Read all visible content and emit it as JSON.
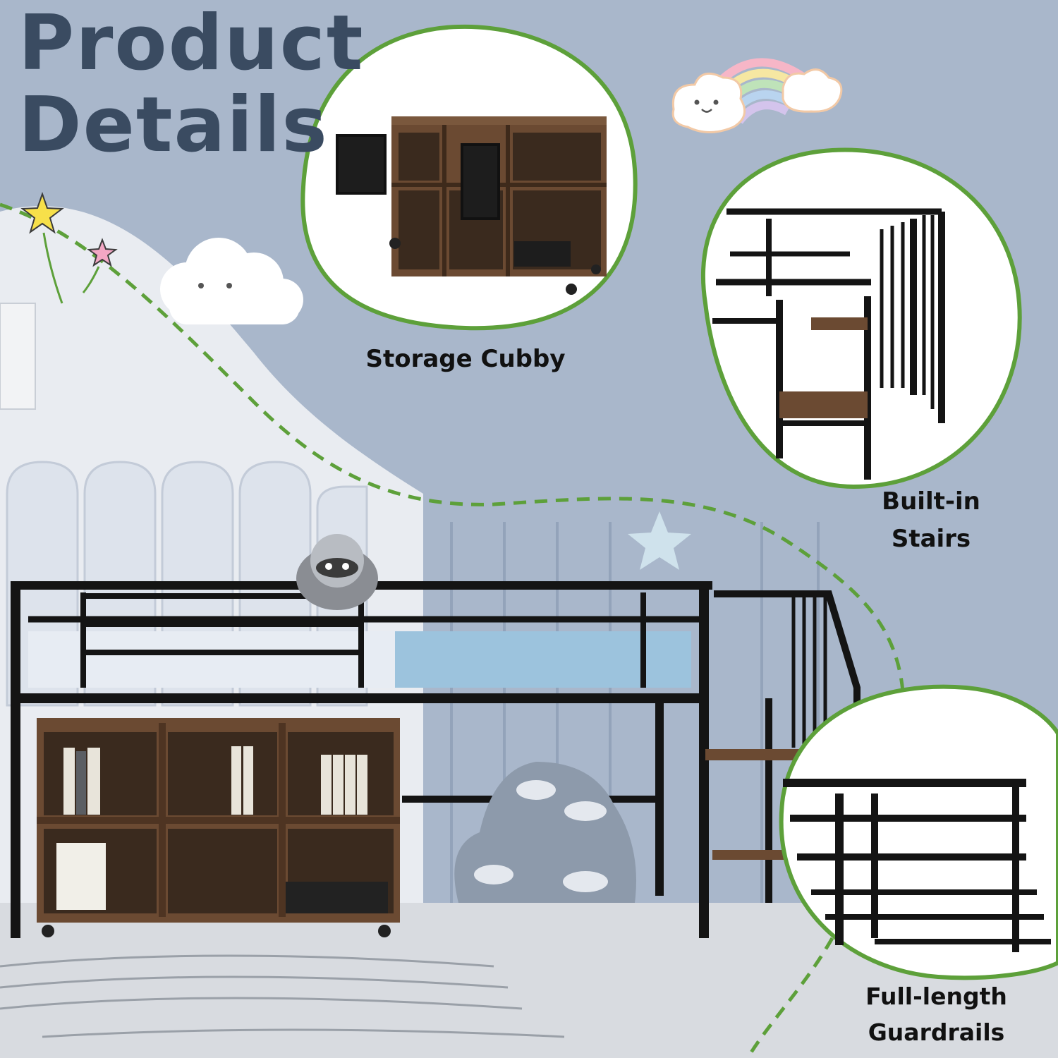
{
  "heading": {
    "line1": "Product",
    "line2": "Details"
  },
  "features": [
    {
      "label": "Storage Cubby"
    },
    {
      "label_line1": "Built-in",
      "label_line2": "Stairs"
    },
    {
      "label_line1": "Full-length",
      "label_line2": "Guardrails"
    }
  ],
  "colors": {
    "background": "#a9b7cb",
    "heading": "#3a4b61",
    "dashed_path": "#5da03a",
    "frame": "#141414",
    "wood": "#6b4a32",
    "wall_panel": "#dde3ec"
  },
  "icons": [
    "rainbow-icon",
    "cloud-icon",
    "star-icon"
  ]
}
